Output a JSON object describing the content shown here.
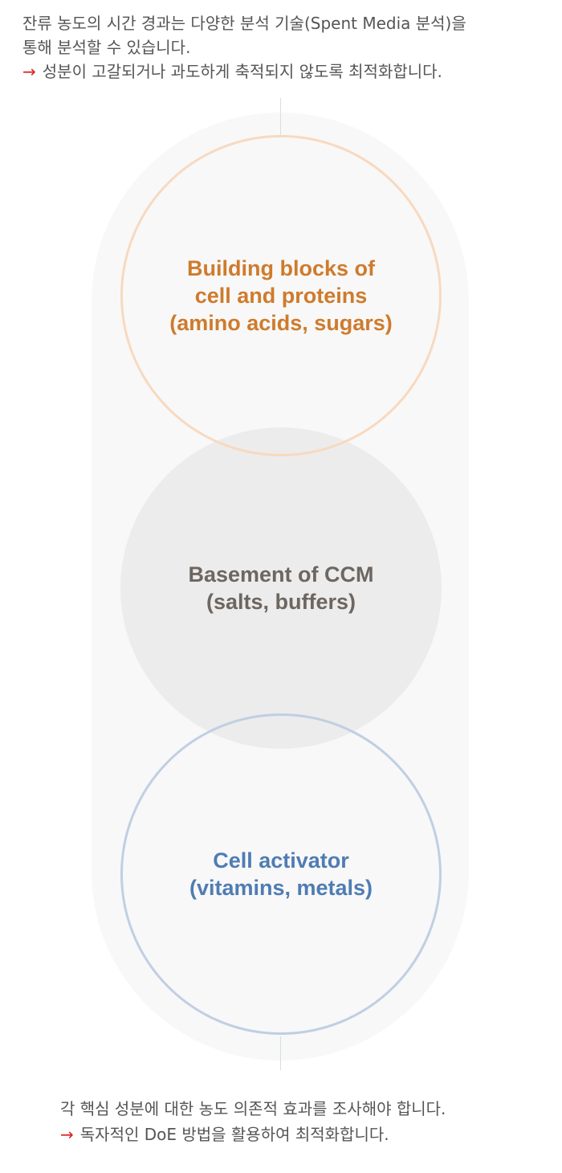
{
  "intro": {
    "line1": "잔류 농도의 시간 경과는 다양한 분석 기술(Spent Media 분석)을",
    "line2": "통해 분석할 수 있습니다.",
    "arrow": "→",
    "line3": "성분이 고갈되거나 과도하게 축적되지 않도록 최적화합니다."
  },
  "circles": {
    "top": {
      "line1": "Building blocks of",
      "line2": "cell and proteins",
      "line3": "(amino acids, sugars)",
      "color": "#cf7b2c",
      "border_color": "#f8d9c0"
    },
    "middle": {
      "line1": "Basement of CCM",
      "line2": "(salts, buffers)",
      "color": "#6e6660",
      "fill_color": "#ececec"
    },
    "bottom": {
      "line1": "Cell activator",
      "line2": "(vitamins, metals)",
      "color": "#4f7cb3",
      "border_color": "#c0cfe3"
    }
  },
  "outro": {
    "line1": "각 핵심 성분에 대한 농도 의존적 효과를 조사해야 합니다.",
    "arrow": "→",
    "line2": "독자적인 DoE 방법을 활용하여 최적화합니다."
  }
}
